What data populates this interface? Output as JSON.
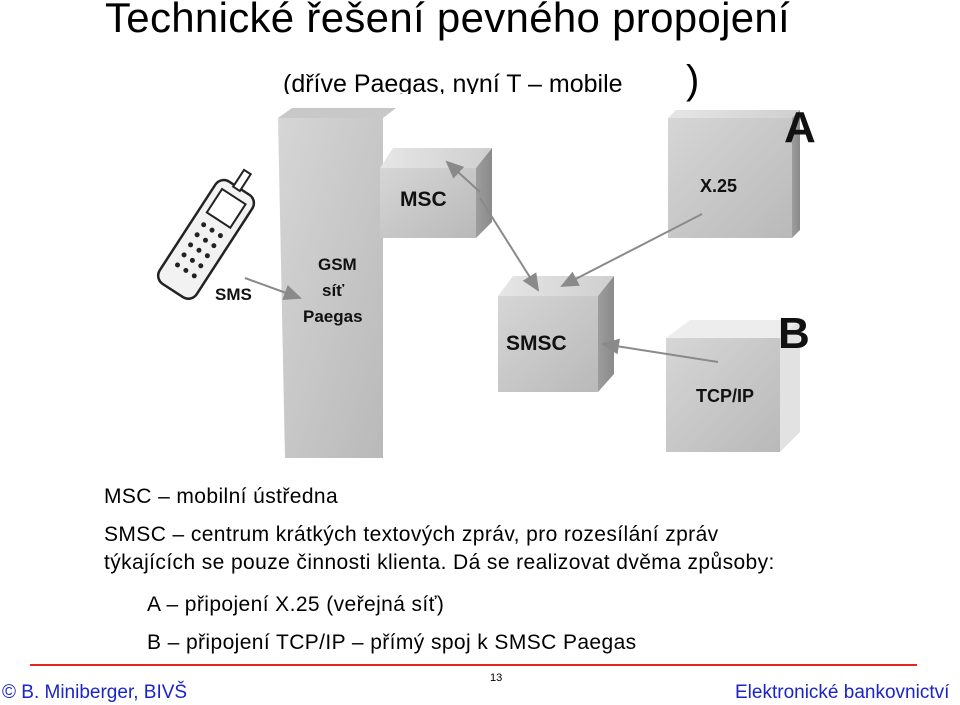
{
  "slide": {
    "title": "Technické řešení pevného propojení",
    "subtitle": "(dříve Paegas, nyní T – mobile",
    "subtitle_close": ")"
  },
  "diagram": {
    "label_a": "A",
    "label_b": "B",
    "x25": "X.25",
    "msc": "MSC",
    "gsm_line1": "GSM",
    "gsm_line2": "síť",
    "gsm_line3": "Paegas",
    "sms": "SMS",
    "smsc": "SMSC",
    "tcpip": "TCP/IP"
  },
  "body": {
    "line1": "MSC – mobilní ústředna",
    "line2": "SMSC – centrum krátkých textových zpráv, pro rozesílání zpráv",
    "line3": "týkajících se pouze činnosti klienta. Dá se realizovat dvěma způsoby:",
    "line4": "A – připojení X.25 (veřejná síť)",
    "line5": "B – připojení TCP/IP – přímý spoj k SMSC Paegas"
  },
  "footer": {
    "left": "© B. Miniberger, BIVŠ",
    "page": "13",
    "right": "Elektronické bankovnictví"
  },
  "colors": {
    "footer_text": "#1a24c8",
    "footer_rule": "#e0281f"
  }
}
